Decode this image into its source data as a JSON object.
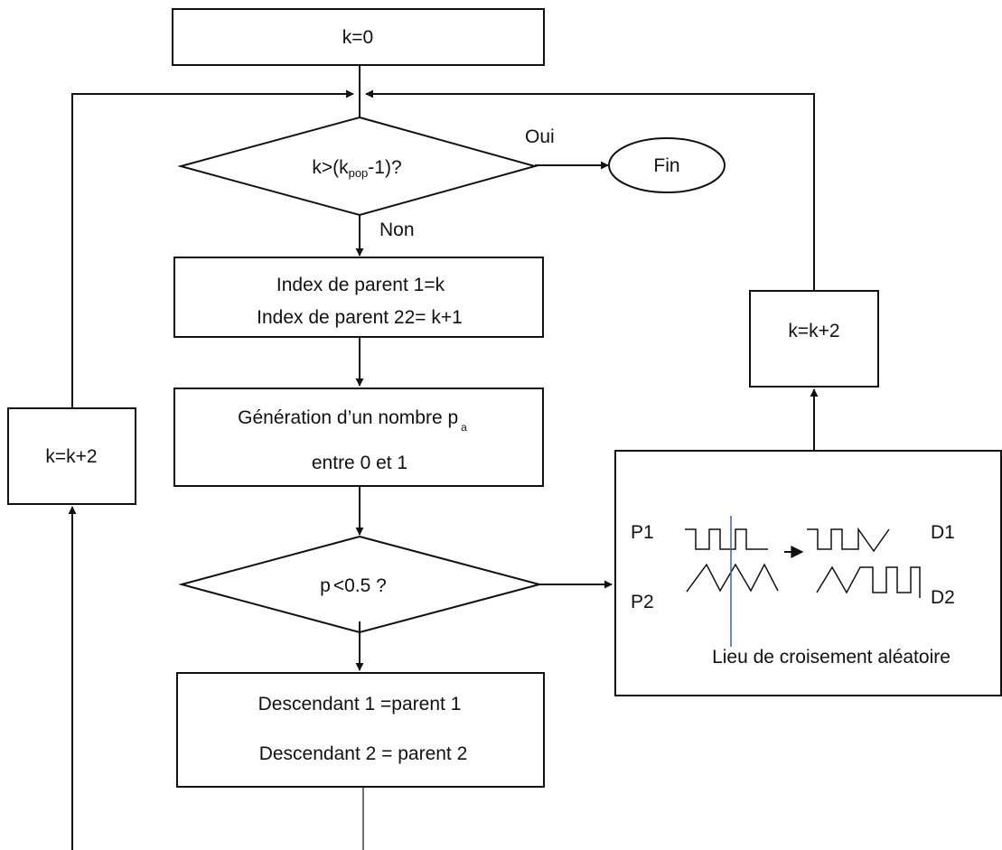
{
  "flowchart": {
    "init": "k=0",
    "decision1": {
      "prefix": "k>(k",
      "subscript": "pop",
      "suffix": "-1)?"
    },
    "yes_label": "Oui",
    "no_label": "Non",
    "end_label": "Fin",
    "parents": {
      "line1": "Index de parent 1=k",
      "line2": "Index de parent 22= k+1"
    },
    "generate": {
      "line1": "Génération d’un nombre p",
      "subscript": "a",
      "line2": "entre 0 et 1"
    },
    "decision2": {
      "prefix": "p",
      "suffix": "<0.5 ?"
    },
    "copy": {
      "line1": "Descendant 1 =parent 1",
      "line2": "Descendant 2 = parent 2"
    },
    "increment_left": "k=k+2",
    "increment_right": "k=k+2",
    "crossover": {
      "p1": "P1",
      "p2": "P2",
      "d1": "D1",
      "d2": "D2",
      "caption": "Lieu de croisement aléatoire"
    }
  }
}
